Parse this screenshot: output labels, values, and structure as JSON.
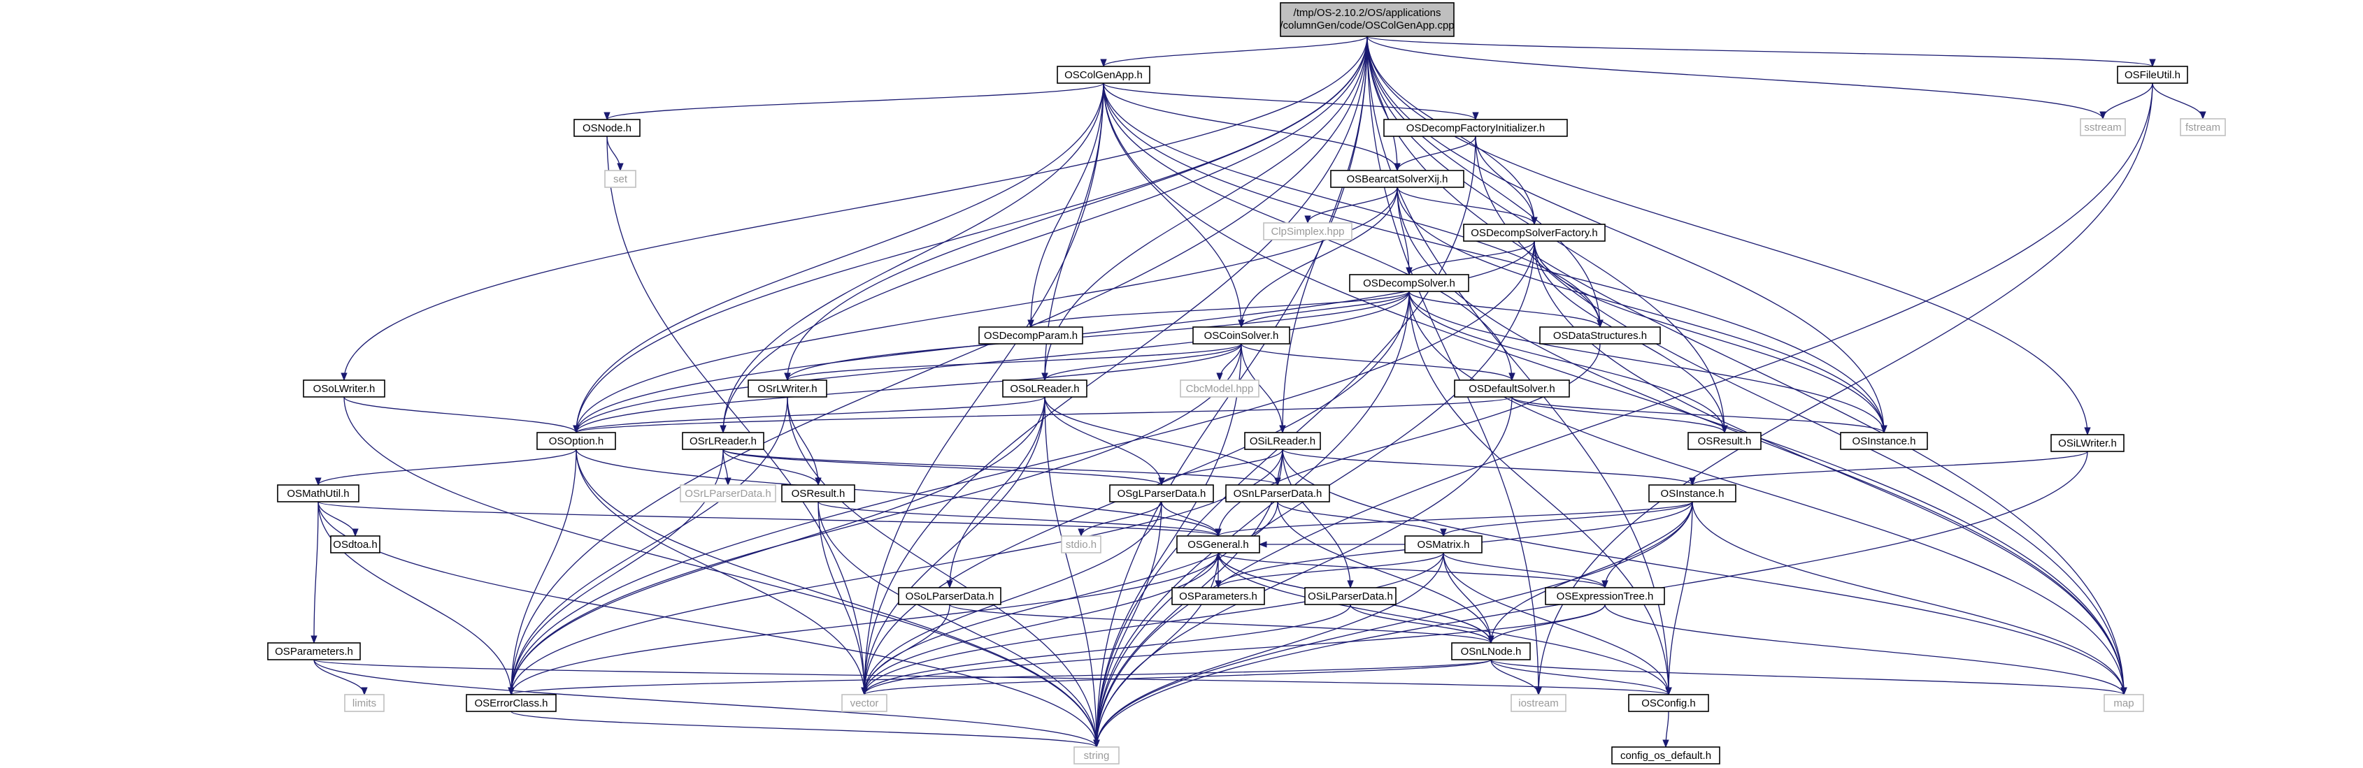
{
  "graph": {
    "root": {
      "line1": "/tmp/OS-2.10.2/OS/applications",
      "line2": "/columnGen/code/OSColGenApp.cpp"
    },
    "colors": {
      "edge": "#191970",
      "root_fill": "#bfbfbf",
      "node_border": "#000000",
      "system_border": "#bfbfbf",
      "system_text": "#9a9a9a"
    },
    "nodes": [
      {
        "id": "root",
        "label": "/tmp/OS-2.10.2/OS/applications /columnGen/code/OSColGenApp.cpp",
        "kind": "root"
      },
      {
        "id": "colgenapp",
        "label": "OSColGenApp.h",
        "kind": "header"
      },
      {
        "id": "fileutil",
        "label": "OSFileUtil.h",
        "kind": "header"
      },
      {
        "id": "sstream",
        "label": "sstream",
        "kind": "system"
      },
      {
        "id": "fstream",
        "label": "fstream",
        "kind": "system"
      },
      {
        "id": "osnode",
        "label": "OSNode.h",
        "kind": "header"
      },
      {
        "id": "set",
        "label": "set",
        "kind": "system"
      },
      {
        "id": "factoryinit",
        "label": "OSDecompFactoryInitializer.h",
        "kind": "header"
      },
      {
        "id": "bearcat",
        "label": "OSBearcatSolverXij.h",
        "kind": "header"
      },
      {
        "id": "clpsimplex",
        "label": "ClpSimplex.hpp",
        "kind": "system"
      },
      {
        "id": "solverfactory",
        "label": "OSDecompSolverFactory.h",
        "kind": "header"
      },
      {
        "id": "decompsolver",
        "label": "OSDecompSolver.h",
        "kind": "header"
      },
      {
        "id": "decompparam",
        "label": "OSDecompParam.h",
        "kind": "header"
      },
      {
        "id": "coinsolver",
        "label": "OSCoinSolver.h",
        "kind": "header"
      },
      {
        "id": "datastructures",
        "label": "OSDataStructures.h",
        "kind": "header"
      },
      {
        "id": "oslwriter",
        "label": "OSoLWriter.h",
        "kind": "header"
      },
      {
        "id": "osrlwriter",
        "label": "OSrLWriter.h",
        "kind": "header"
      },
      {
        "id": "osolreader",
        "label": "OSoLReader.h",
        "kind": "header"
      },
      {
        "id": "cbcmodel",
        "label": "CbcModel.hpp",
        "kind": "system"
      },
      {
        "id": "defaultsolver",
        "label": "OSDefaultSolver.h",
        "kind": "header"
      },
      {
        "id": "osilwriter",
        "label": "OSiLWriter.h",
        "kind": "header"
      },
      {
        "id": "osoption",
        "label": "OSOption.h",
        "kind": "header"
      },
      {
        "id": "osrlreader",
        "label": "OSrLReader.h",
        "kind": "header"
      },
      {
        "id": "osilreader",
        "label": "OSiLReader.h",
        "kind": "header"
      },
      {
        "id": "osresult",
        "label": "OSResult.h",
        "kind": "header"
      },
      {
        "id": "osinstance_a",
        "label": "OSInstance.h",
        "kind": "header"
      },
      {
        "id": "osinstance_b",
        "label": "OSInstance.h",
        "kind": "header"
      },
      {
        "id": "osmathutil",
        "label": "OSMathUtil.h",
        "kind": "header"
      },
      {
        "id": "osrlparserdata",
        "label": "OSrLParserData.h",
        "kind": "system"
      },
      {
        "id": "osresult_h",
        "label": "OSResult.h",
        "kind": "header"
      },
      {
        "id": "osglparserdata",
        "label": "OSgLParserData.h",
        "kind": "header"
      },
      {
        "id": "osnlparserdata",
        "label": "OSnLParserData.h",
        "kind": "header"
      },
      {
        "id": "osdtoa",
        "label": "OSdtoa.h",
        "kind": "header"
      },
      {
        "id": "stdio",
        "label": "stdio.h",
        "kind": "system"
      },
      {
        "id": "osgeneral",
        "label": "OSGeneral.h",
        "kind": "header"
      },
      {
        "id": "osmatrix",
        "label": "OSMatrix.h",
        "kind": "header"
      },
      {
        "id": "osparameters_a",
        "label": "OSParameters.h",
        "kind": "header"
      },
      {
        "id": "osparameters_b",
        "label": "OSParameters.h",
        "kind": "header"
      },
      {
        "id": "osolparserdata",
        "label": "OSoLParserData.h",
        "kind": "header"
      },
      {
        "id": "osilparserdata",
        "label": "OSiLParserData.h",
        "kind": "header"
      },
      {
        "id": "osexpressiontree",
        "label": "OSExpressionTree.h",
        "kind": "header"
      },
      {
        "id": "limits",
        "label": "limits",
        "kind": "system"
      },
      {
        "id": "osnlnode",
        "label": "OSnLNode.h",
        "kind": "header"
      },
      {
        "id": "oserrorclass",
        "label": "OSErrorClass.h",
        "kind": "header"
      },
      {
        "id": "vector",
        "label": "vector",
        "kind": "system"
      },
      {
        "id": "iostream",
        "label": "iostream",
        "kind": "system"
      },
      {
        "id": "osconfig",
        "label": "OSConfig.h",
        "kind": "header"
      },
      {
        "id": "map",
        "label": "map",
        "kind": "system"
      },
      {
        "id": "string",
        "label": "string",
        "kind": "system"
      },
      {
        "id": "configdefault",
        "label": "config_os_default.h",
        "kind": "header"
      }
    ],
    "edges": [
      [
        "root",
        "colgenapp"
      ],
      [
        "root",
        "fileutil"
      ],
      [
        "root",
        "sstream"
      ],
      [
        "root",
        "bearcat"
      ],
      [
        "root",
        "solverfactory"
      ],
      [
        "root",
        "datastructures"
      ],
      [
        "root",
        "oslwriter"
      ],
      [
        "root",
        "osrlwriter"
      ],
      [
        "root",
        "osolreader"
      ],
      [
        "root",
        "osilwriter"
      ],
      [
        "root",
        "osoption"
      ],
      [
        "root",
        "osrlreader"
      ],
      [
        "root",
        "osilreader"
      ],
      [
        "root",
        "osresult"
      ],
      [
        "root",
        "osinstance_a"
      ],
      [
        "root",
        "oserrorclass"
      ],
      [
        "root",
        "vector"
      ],
      [
        "root",
        "map"
      ],
      [
        "root",
        "string"
      ],
      [
        "root",
        "iostream"
      ],
      [
        "root",
        "osconfig"
      ],
      [
        "fileutil",
        "sstream"
      ],
      [
        "fileutil",
        "fstream"
      ],
      [
        "fileutil",
        "string"
      ],
      [
        "fileutil",
        "iostream"
      ],
      [
        "colgenapp",
        "osnode"
      ],
      [
        "colgenapp",
        "factoryinit"
      ],
      [
        "colgenapp",
        "bearcat"
      ],
      [
        "colgenapp",
        "decompparam"
      ],
      [
        "colgenapp",
        "coinsolver"
      ],
      [
        "colgenapp",
        "datastructures"
      ],
      [
        "colgenapp",
        "osolreader"
      ],
      [
        "colgenapp",
        "osrlreader"
      ],
      [
        "colgenapp",
        "osoption"
      ],
      [
        "colgenapp",
        "osinstance_a"
      ],
      [
        "colgenapp",
        "defaultsolver"
      ],
      [
        "colgenapp",
        "vector"
      ],
      [
        "colgenapp",
        "map"
      ],
      [
        "osnode",
        "set"
      ],
      [
        "osnode",
        "vector"
      ],
      [
        "factoryinit",
        "bearcat"
      ],
      [
        "factoryinit",
        "solverfactory"
      ],
      [
        "factoryinit",
        "string"
      ],
      [
        "factoryinit",
        "map"
      ],
      [
        "bearcat",
        "clpsimplex"
      ],
      [
        "bearcat",
        "solverfactory"
      ],
      [
        "bearcat",
        "decompsolver"
      ],
      [
        "bearcat",
        "coinsolver"
      ],
      [
        "bearcat",
        "osoption"
      ],
      [
        "bearcat",
        "osinstance_a"
      ],
      [
        "bearcat",
        "map"
      ],
      [
        "solverfactory",
        "decompsolver"
      ],
      [
        "solverfactory",
        "datastructures"
      ],
      [
        "solverfactory",
        "osoption"
      ],
      [
        "solverfactory",
        "osresult"
      ],
      [
        "solverfactory",
        "osinstance_a"
      ],
      [
        "solverfactory",
        "oserrorclass"
      ],
      [
        "solverfactory",
        "string"
      ],
      [
        "solverfactory",
        "map"
      ],
      [
        "decompsolver",
        "decompparam"
      ],
      [
        "decompsolver",
        "coinsolver"
      ],
      [
        "decompsolver",
        "datastructures"
      ],
      [
        "decompsolver",
        "osoption"
      ],
      [
        "decompsolver",
        "osresult"
      ],
      [
        "decompsolver",
        "osinstance_a"
      ],
      [
        "decompsolver",
        "vector"
      ],
      [
        "decompsolver",
        "string"
      ],
      [
        "decompsolver",
        "map"
      ],
      [
        "decompsolver",
        "osrlwriter"
      ],
      [
        "decompsolver",
        "osconfig"
      ],
      [
        "coinsolver",
        "osolreader"
      ],
      [
        "coinsolver",
        "cbcmodel"
      ],
      [
        "coinsolver",
        "defaultsolver"
      ],
      [
        "coinsolver",
        "osilreader"
      ],
      [
        "coinsolver",
        "osoption"
      ],
      [
        "coinsolver",
        "oserrorclass"
      ],
      [
        "coinsolver",
        "string"
      ],
      [
        "coinsolver",
        "osrlwriter"
      ],
      [
        "datastructures",
        "osgeneral"
      ],
      [
        "oslwriter",
        "osoption"
      ],
      [
        "oslwriter",
        "string"
      ],
      [
        "osrlwriter",
        "osresult_h"
      ],
      [
        "osrlwriter",
        "oserrorclass"
      ],
      [
        "osrlwriter",
        "string"
      ],
      [
        "osolreader",
        "osoption"
      ],
      [
        "osolreader",
        "osglparserdata"
      ],
      [
        "osolreader",
        "osnlparserdata"
      ],
      [
        "osolreader",
        "osolparserdata"
      ],
      [
        "osolreader",
        "oserrorclass"
      ],
      [
        "osolreader",
        "string"
      ],
      [
        "osolreader",
        "vector"
      ],
      [
        "defaultsolver",
        "osoption"
      ],
      [
        "defaultsolver",
        "osresult"
      ],
      [
        "defaultsolver",
        "osinstance_a"
      ],
      [
        "defaultsolver",
        "string"
      ],
      [
        "osilwriter",
        "osinstance_b"
      ],
      [
        "osilwriter",
        "string"
      ],
      [
        "osoption",
        "osmathutil"
      ],
      [
        "osoption",
        "osgeneral"
      ],
      [
        "osoption",
        "oserrorclass"
      ],
      [
        "osoption",
        "vector"
      ],
      [
        "osoption",
        "string"
      ],
      [
        "osrlreader",
        "osrlparserdata"
      ],
      [
        "osrlreader",
        "osresult_h"
      ],
      [
        "osrlreader",
        "osglparserdata"
      ],
      [
        "osrlreader",
        "osnlparserdata"
      ],
      [
        "osrlreader",
        "oserrorclass"
      ],
      [
        "osilreader",
        "osinstance_b"
      ],
      [
        "osilreader",
        "osglparserdata"
      ],
      [
        "osilreader",
        "osnlparserdata"
      ],
      [
        "osilreader",
        "osilparserdata"
      ],
      [
        "osilreader",
        "oserrorclass"
      ],
      [
        "osilreader",
        "string"
      ],
      [
        "osilreader",
        "map"
      ],
      [
        "osinstance_b",
        "osgeneral"
      ],
      [
        "osinstance_b",
        "osmatrix"
      ],
      [
        "osinstance_b",
        "osexpressiontree"
      ],
      [
        "osinstance_b",
        "osnlnode"
      ],
      [
        "osinstance_b",
        "osparameters_a"
      ],
      [
        "osinstance_b",
        "string"
      ],
      [
        "osinstance_b",
        "map"
      ],
      [
        "osinstance_b",
        "osconfig"
      ],
      [
        "osmathutil",
        "osdtoa"
      ],
      [
        "osmathutil",
        "osparameters_b"
      ],
      [
        "osmathutil",
        "osgeneral"
      ],
      [
        "osmathutil",
        "oserrorclass"
      ],
      [
        "osmathutil",
        "string"
      ],
      [
        "osresult_h",
        "osgeneral"
      ],
      [
        "osresult_h",
        "vector"
      ],
      [
        "osresult_h",
        "string"
      ],
      [
        "osglparserdata",
        "stdio"
      ],
      [
        "osglparserdata",
        "osgeneral"
      ],
      [
        "osglparserdata",
        "string"
      ],
      [
        "osglparserdata",
        "vector"
      ],
      [
        "osnlparserdata",
        "osmatrix"
      ],
      [
        "osnlparserdata",
        "osnlnode"
      ],
      [
        "osnlparserdata",
        "vector"
      ],
      [
        "osgeneral",
        "osparameters_a"
      ],
      [
        "osgeneral",
        "osnlnode"
      ],
      [
        "osgeneral",
        "osconfig"
      ],
      [
        "osgeneral",
        "vector"
      ],
      [
        "osgeneral",
        "string"
      ],
      [
        "osgeneral",
        "oserrorclass"
      ],
      [
        "osgeneral",
        "osexpressiontree"
      ],
      [
        "osmatrix",
        "osgeneral"
      ],
      [
        "osmatrix",
        "osparameters_a"
      ],
      [
        "osmatrix",
        "osexpressiontree"
      ],
      [
        "osmatrix",
        "osnlnode"
      ],
      [
        "osmatrix",
        "osconfig"
      ],
      [
        "osmatrix",
        "vector"
      ],
      [
        "osmatrix",
        "string"
      ],
      [
        "osolparserdata",
        "osnlnode"
      ],
      [
        "osolparserdata",
        "vector"
      ],
      [
        "osilparserdata",
        "osnlnode"
      ],
      [
        "osilparserdata",
        "vector"
      ],
      [
        "osexpressiontree",
        "osnlnode"
      ],
      [
        "osexpressiontree",
        "map"
      ],
      [
        "osexpressiontree",
        "vector"
      ],
      [
        "osnlnode",
        "osgeneral"
      ],
      [
        "osnlnode",
        "oserrorclass"
      ],
      [
        "osnlnode",
        "vector"
      ],
      [
        "osnlnode",
        "iostream"
      ],
      [
        "osnlnode",
        "osconfig"
      ],
      [
        "osnlnode",
        "map"
      ],
      [
        "osparameters_b",
        "limits"
      ],
      [
        "osparameters_b",
        "string"
      ],
      [
        "osparameters_b",
        "osconfig"
      ],
      [
        "oserrorclass",
        "string"
      ],
      [
        "osconfig",
        "configdefault"
      ]
    ]
  }
}
